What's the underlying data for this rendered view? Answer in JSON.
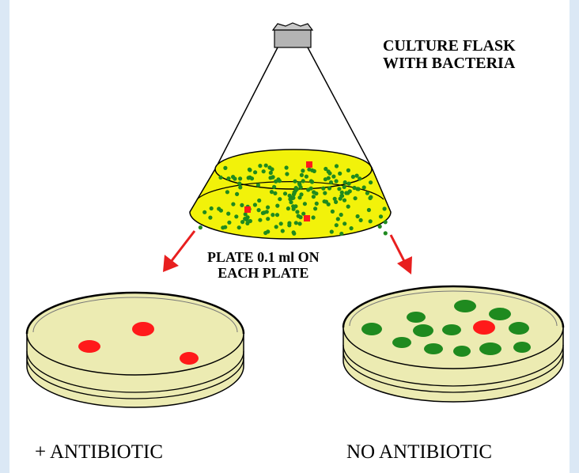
{
  "flask": {
    "title_line1": "CULTURE FLASK",
    "title_line2": "WITH BACTERIA"
  },
  "instruction": {
    "line1": "PLATE 0.1 ml ON",
    "line2": "EACH PLATE"
  },
  "plates": {
    "left_label": "+ ANTIBIOTIC",
    "right_label": "NO ANTIBIOTIC"
  },
  "colors": {
    "background": "#dbe8f5",
    "flask_liquid": "#f2f20a",
    "bacteria_sensitive": "#1f8a1f",
    "bacteria_resistant": "#ff1a1a",
    "agar": "#ecebb2",
    "arrow": "#e81f1f"
  }
}
